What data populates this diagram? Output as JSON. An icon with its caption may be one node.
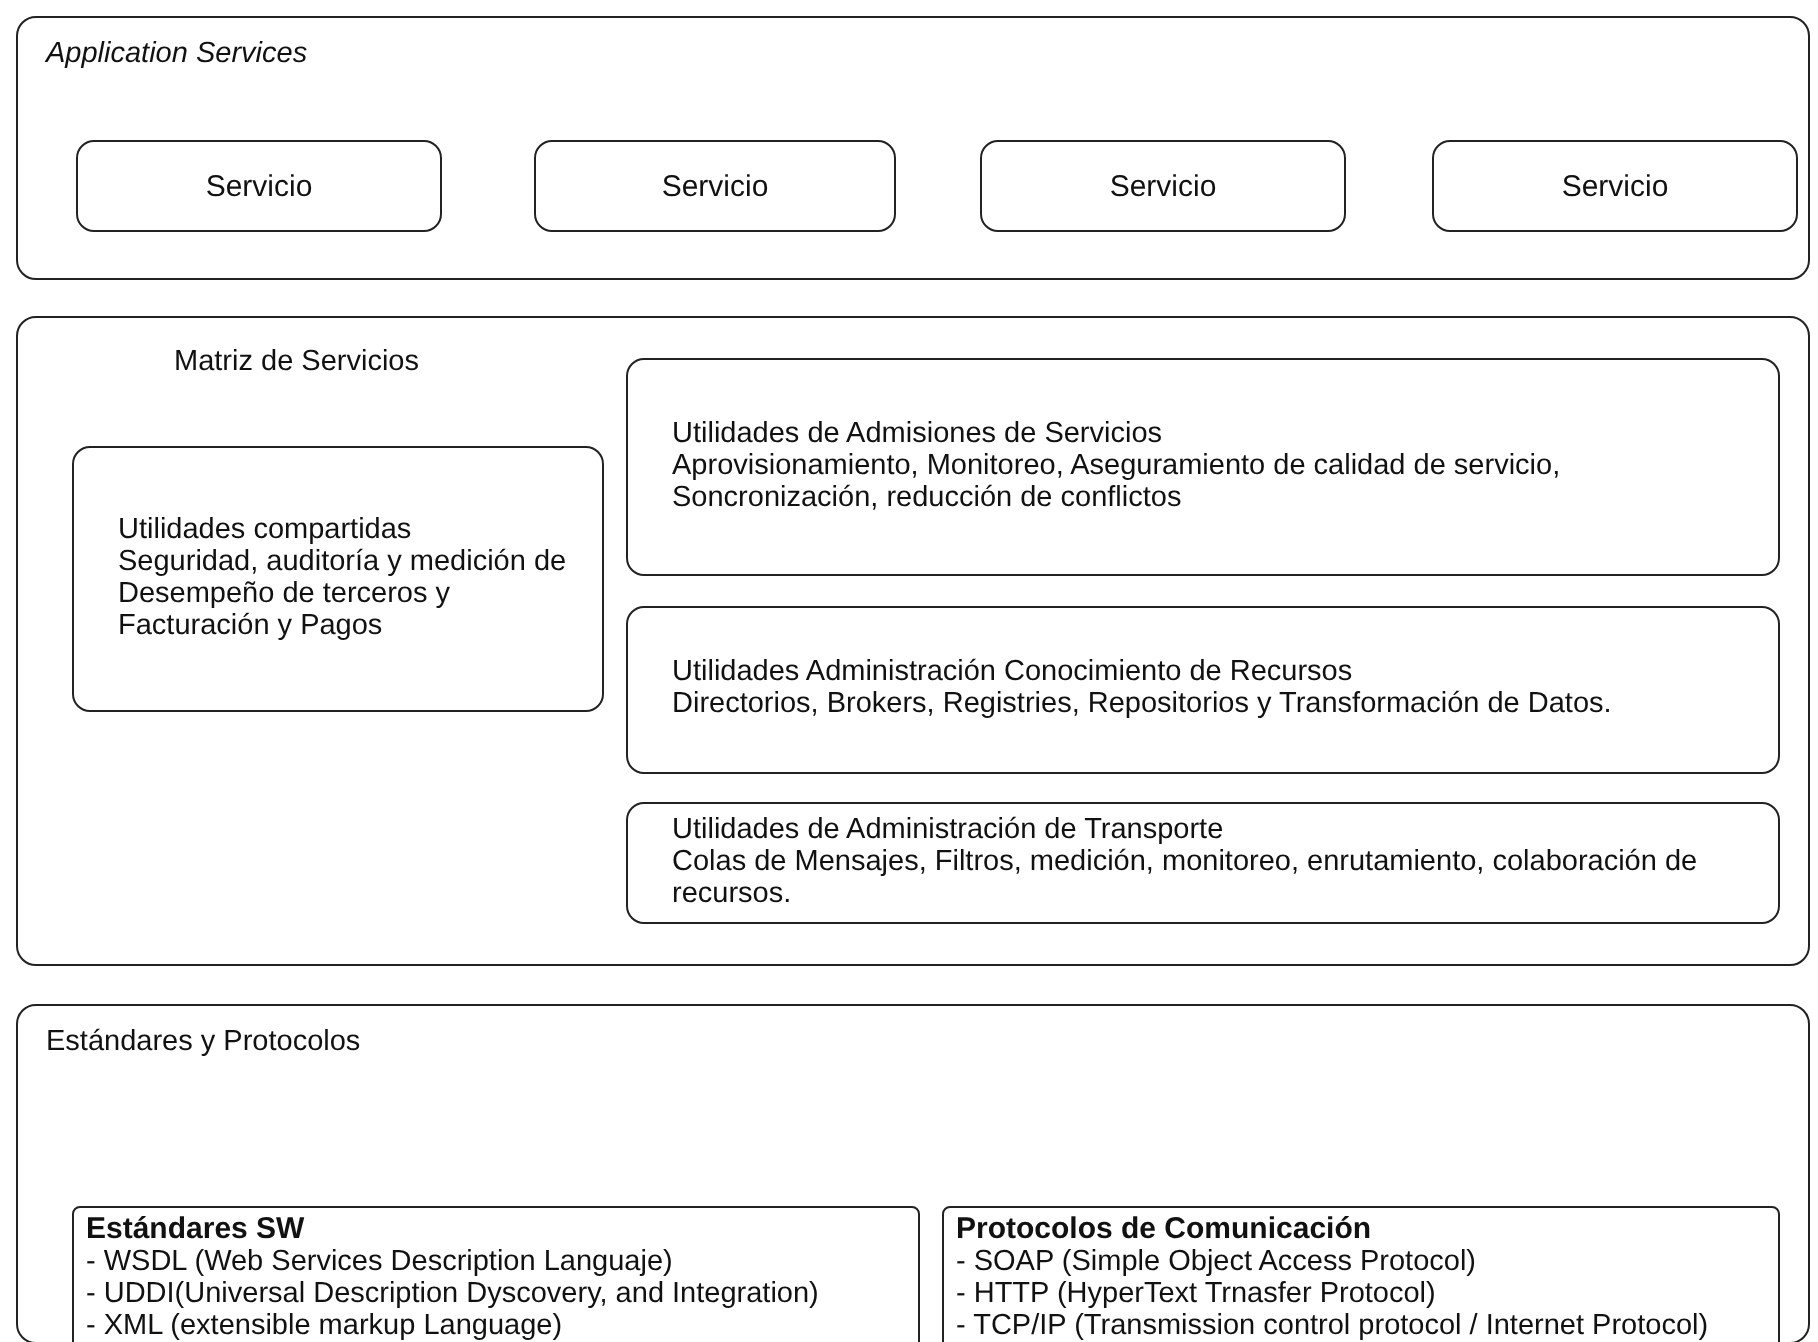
{
  "diagram": {
    "nodes": [
      {
        "text": [
          "Application Services"
        ]
      },
      {
        "text": [
          "Servicio"
        ],
        "in": 0
      },
      {
        "text": [
          "Servicio"
        ],
        "in": 0
      },
      {
        "text": [
          "Servicio"
        ],
        "in": 0
      },
      {
        "text": [
          "Servicio"
        ],
        "in": 0
      },
      {
        "text": [
          "Matriz de Servicios"
        ]
      },
      {
        "text": [
          "Utilidades compartidas",
          "Seguridad, auditoría y medición de Desempeño de terceros y Facturación y Pagos"
        ],
        "in": 5
      },
      {
        "text": [
          "Utilidades de Admisiones de Servicios",
          "Aprovisionamiento, Monitoreo, Aseguramiento de calidad de servicio, Soncronización, reducción de conflictos"
        ],
        "in": 5
      },
      {
        "text": [
          "Utilidades Administración Conocimiento de Recursos",
          "Directorios, Brokers, Registries, Repositorios y Transformación de Datos."
        ],
        "in": 5
      },
      {
        "text": [
          "Utilidades de Administración de Transporte",
          "Colas de Mensajes, Filtros, medición, monitoreo, enrutamiento, colaboración de recursos."
        ],
        "in": 5
      },
      {
        "text": [
          "Estándares y Protocolos"
        ]
      },
      {
        "text": [
          "Estándares SW",
          "- WSDL (Web Services Description Languaje)",
          "- UDDI(Universal Description Dyscovery, and Integration)",
          "- XML (extensible markup Language)"
        ],
        "in": 10
      },
      {
        "text": [
          "Protocolos de Comunicación",
          "- SOAP (Simple Object Access Protocol)",
          "- HTTP (HyperText Trnasfer Protocol)",
          "- TCP/IP (Transmission control protocol / Internet Protocol)"
        ],
        "in": 10
      }
    ]
  }
}
